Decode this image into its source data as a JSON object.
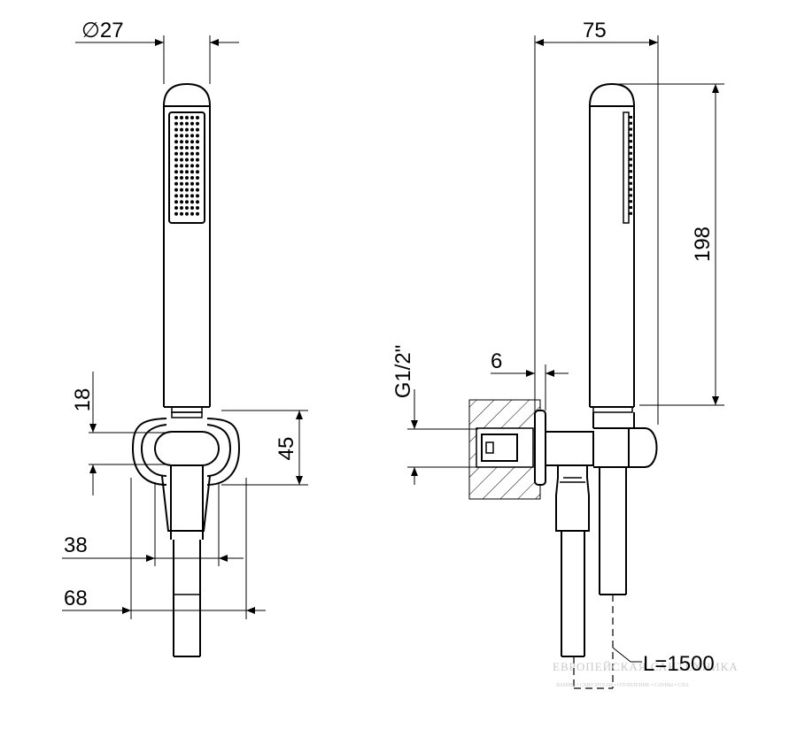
{
  "dimensions": {
    "diameter": "∅27",
    "height_18": "18",
    "height_45": "45",
    "width_38": "38",
    "width_68": "68",
    "width_75": "75",
    "height_198": "198",
    "offset_6": "6",
    "thread": "G1/2\"",
    "hose_length": "L=1500"
  },
  "watermark": {
    "text": "ЕВРОПЕЙСКАЯ САНТЕХНИКА",
    "subtext": "ВАННЫ • СМЕСИТЕЛИ • ОТОПЛЕНИЕ • САУНЫ • СПА"
  }
}
